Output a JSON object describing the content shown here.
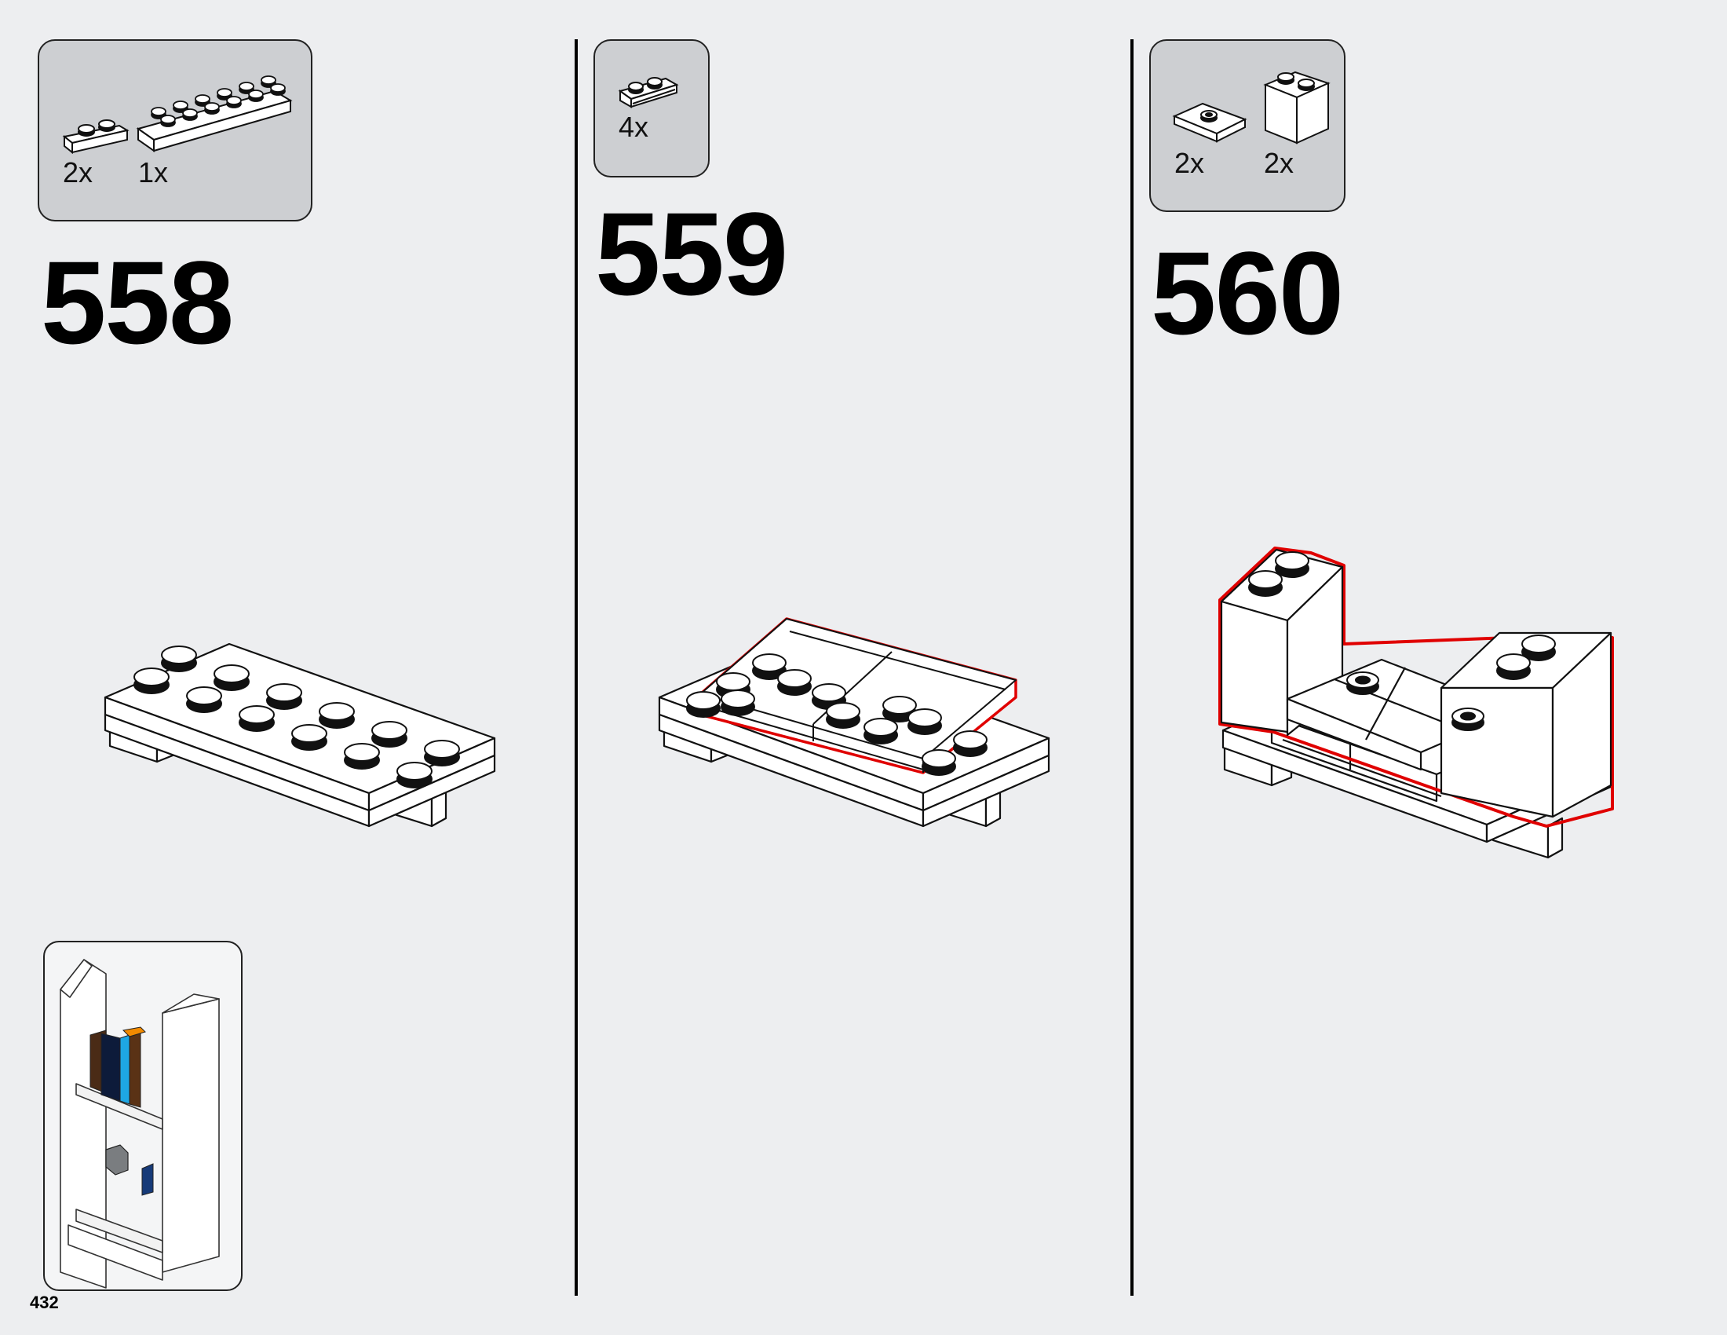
{
  "page": {
    "number": "432"
  },
  "steps": [
    {
      "number": "558",
      "parts": [
        {
          "qty": "2x",
          "icon": "plate-1x2-icon"
        },
        {
          "qty": "1x",
          "icon": "plate-2x6-icon"
        }
      ]
    },
    {
      "number": "559",
      "parts": [
        {
          "qty": "4x",
          "icon": "plate-1x2-rail-icon"
        }
      ]
    },
    {
      "number": "560",
      "parts": [
        {
          "qty": "2x",
          "icon": "jumper-plate-icon"
        },
        {
          "qty": "2x",
          "icon": "brick-1x2x2-icon"
        }
      ]
    }
  ],
  "colors": {
    "background": "#edeef0",
    "parts_box": "#cdcfd2",
    "highlight": "#e00000"
  }
}
